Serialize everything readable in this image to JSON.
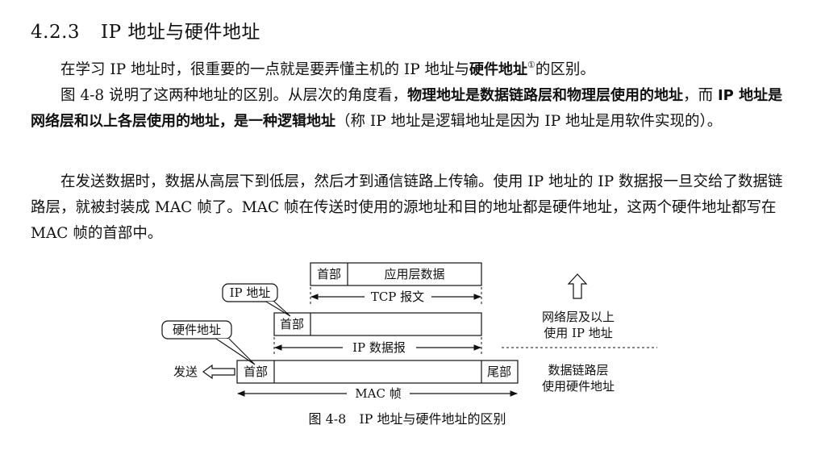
{
  "section": {
    "number": "4.2.3",
    "title": "IP 地址与硬件地址"
  },
  "paragraphs": {
    "p1": {
      "t1": "在学习 IP 地址时，很重要的一点就是要弄懂主机的 IP 地址与",
      "b1": "硬件地址",
      "footnote": "①",
      "t2": "的区别。"
    },
    "p2": {
      "t1": "图 4-8 说明了这两种地址的区别。从层次的角度看，",
      "b1": "物理地址是数据链路层和物理层使用的地址",
      "t2": "，而 ",
      "b2": "IP 地址是网络层和以上各层使用的地址，是一种逻辑地址",
      "t3": "（称 IP 地址是逻辑地址是因为 IP 地址是用软件实现的）。"
    },
    "p3": {
      "text": "在发送数据时，数据从高层下到低层，然后才到通信链路上传输。使用 IP 地址的 IP 数据报一旦交给了数据链路层，就被封装成 MAC 帧了。MAC 帧在传送时使用的源地址和目的地址都是硬件地址，这两个硬件地址都写在 MAC 帧的首部中。"
    }
  },
  "figure": {
    "app_header": "首部",
    "app_data": "应用层数据",
    "tcp_label": "TCP 报文",
    "ip_addr_callout": "IP 地址",
    "ip_header": "首部",
    "hw_addr_callout": "硬件地址",
    "ip_datagram_label": "IP 数据报",
    "send_label": "发送",
    "mac_header": "首部",
    "mac_trailer": "尾部",
    "mac_frame_label": "MAC 帧",
    "network_layer_line1": "网络层及以上",
    "network_layer_line2": "使用 IP 地址",
    "link_layer_line1": "数据链路层",
    "link_layer_line2": "使用硬件地址",
    "caption": "图 4-8　IP 地址与硬件地址的区别"
  }
}
